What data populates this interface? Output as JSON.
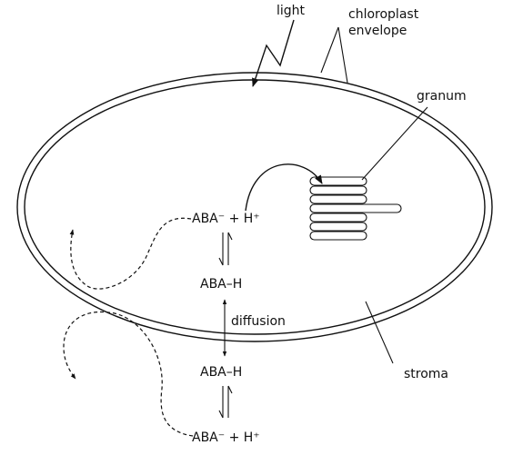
{
  "labels": {
    "light": "light",
    "envelope_line1": "chloroplast",
    "envelope_line2": "envelope",
    "granum": "granum",
    "stroma": "stroma",
    "diffusion": "diffusion",
    "top_ionized": "ABA⁻ + H⁺",
    "top_protonated": "ABA–H",
    "bottom_protonated": "ABA–H",
    "bottom_ionized": "ABA⁻ + H⁺"
  }
}
